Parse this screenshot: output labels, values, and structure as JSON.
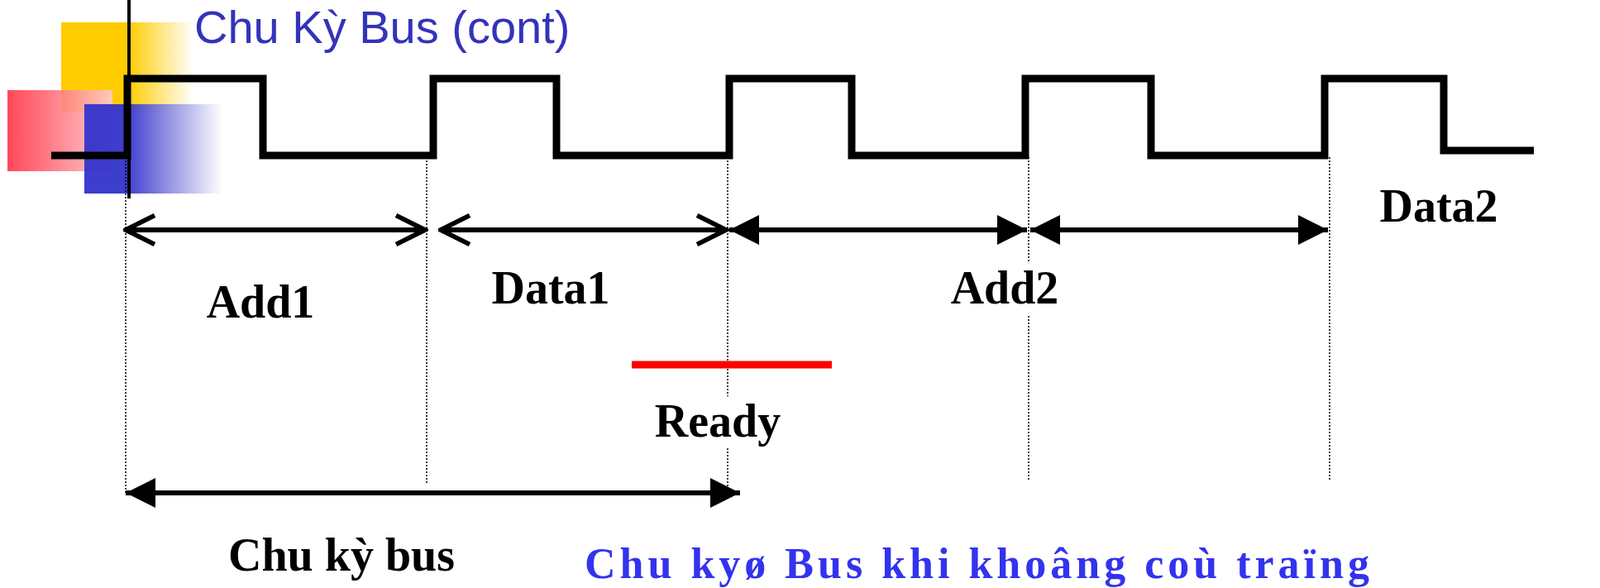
{
  "diagram": {
    "title": "Chu Kỳ Bus (cont)",
    "caption": "Chu kyø Bus khi khoâng coù traïng",
    "labels": [
      "Add1",
      "Data1",
      "Add2",
      "Data2",
      "Ready",
      "Chu kỳ bus"
    ]
  }
}
